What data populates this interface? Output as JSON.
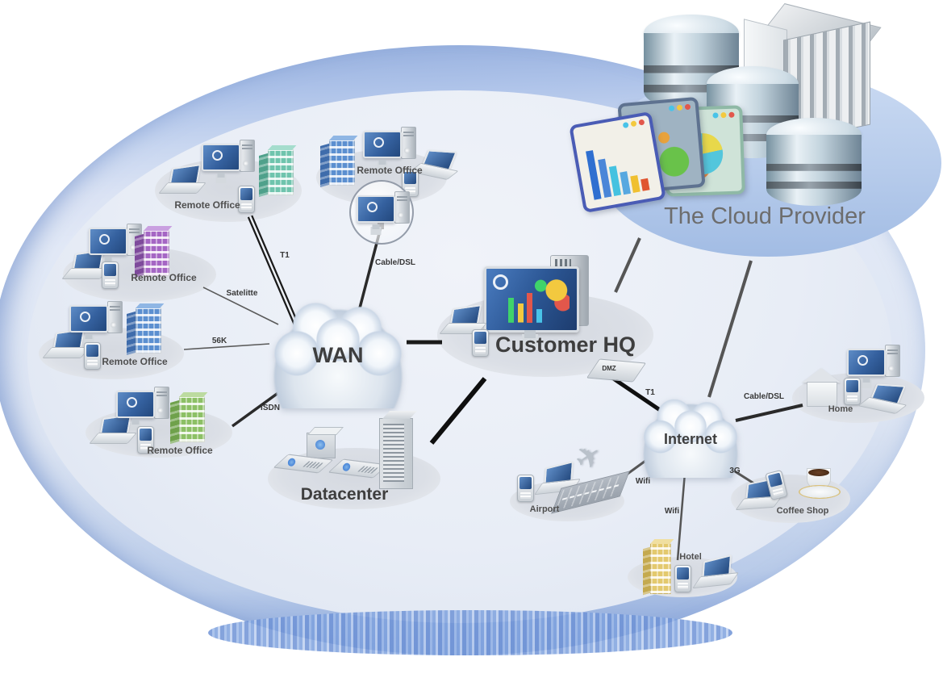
{
  "diagram": {
    "nodes": {
      "cloud_provider": {
        "label": "The Cloud Provider"
      },
      "remote_office_1": {
        "label": "Remote Office"
      },
      "remote_office_2": {
        "label": "Remote Office"
      },
      "remote_office_3": {
        "label": "Remote Office"
      },
      "remote_office_4": {
        "label": "Remote Office"
      },
      "remote_office_5": {
        "label": "Remote Office"
      },
      "wan": {
        "label": "WAN"
      },
      "customer_hq": {
        "label": "Customer HQ"
      },
      "dmz": {
        "label": "DMZ"
      },
      "datacenter": {
        "label": "Datacenter"
      },
      "internet": {
        "label": "Internet"
      },
      "home": {
        "label": "Home"
      },
      "coffee_shop": {
        "label": "Coffee Shop"
      },
      "hotel": {
        "label": "Hotel"
      },
      "airport": {
        "label": "Airport"
      }
    },
    "links": {
      "t1_wan": {
        "from": "Remote Office",
        "to": "WAN",
        "label": "T1"
      },
      "satellite": {
        "from": "Remote Office",
        "to": "WAN",
        "label": "Satelitte"
      },
      "k56": {
        "from": "Remote Office",
        "to": "WAN",
        "label": "56K"
      },
      "isdn": {
        "from": "Remote Office",
        "to": "WAN",
        "label": "ISDN"
      },
      "cable_dsl_wan": {
        "from": "Remote Office",
        "to": "WAN",
        "label": "Cable/DSL"
      },
      "t1_internet": {
        "from": "Customer HQ DMZ",
        "to": "Internet",
        "label": "T1"
      },
      "cable_dsl_home": {
        "from": "Internet",
        "to": "Home",
        "label": "Cable/DSL"
      },
      "wifi_airport": {
        "from": "Internet",
        "to": "Airport",
        "label": "Wifi"
      },
      "wifi_hotel": {
        "from": "Internet",
        "to": "Hotel",
        "label": "Wifi"
      },
      "g3": {
        "from": "Internet",
        "to": "Coffee Shop",
        "label": "3G"
      }
    },
    "icons": {
      "plane": "✈"
    },
    "palette": {
      "world_rim": "#8fa9da",
      "world_fill": "#e7ecf6",
      "provider_ellipse": "#b9cdec",
      "platform": "#d9dde4",
      "screen_blue": "#2c5795",
      "line_dark": "#1a1a1a",
      "line_gray": "#555555",
      "building_teal": "#6fc4ad",
      "building_purple": "#a566c4",
      "building_blue": "#5b8fd0",
      "building_green": "#8cc065",
      "building_yellow": "#e3c96e",
      "label_dark": "#4f4f4f",
      "label_provider": "#6d6d6d"
    }
  }
}
